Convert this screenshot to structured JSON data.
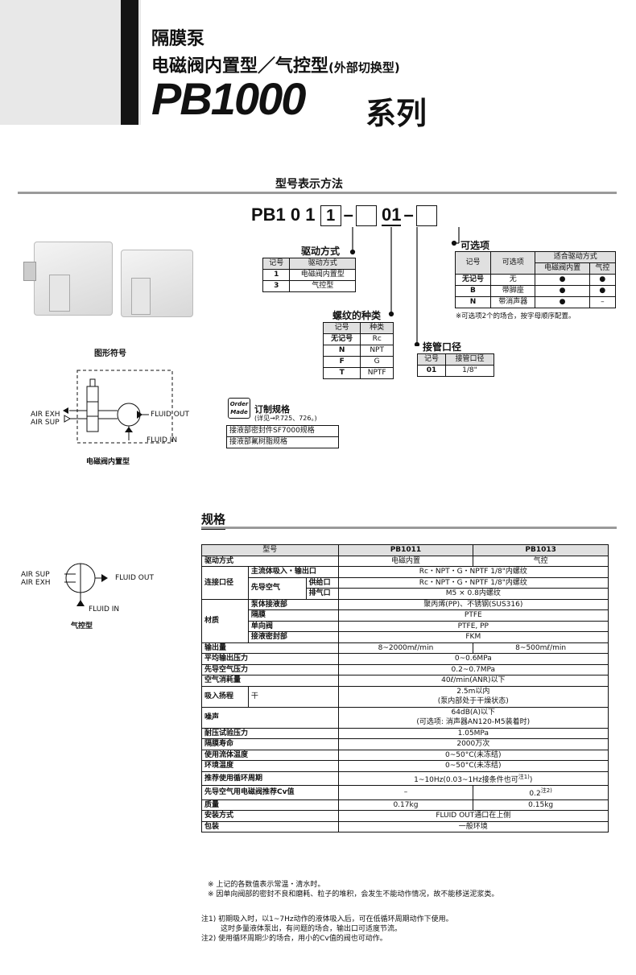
{
  "header": {
    "line1": "隔膜泵",
    "line2_main": "电磁阀内置型／气控型",
    "line2_sub": "(外部切换型)",
    "model": "PB1000",
    "series": "系列"
  },
  "model_section": {
    "title": "型号表示方法",
    "code": {
      "prefix": "PB1 0 1",
      "fixed_box": "1",
      "mid": "01",
      "dash": "–"
    },
    "drive": {
      "title": "驱动方式",
      "headers": [
        "记号",
        "驱动方式"
      ],
      "rows": [
        [
          "1",
          "电磁阀内置型"
        ],
        [
          "3",
          "气控型"
        ]
      ]
    },
    "thread": {
      "title": "螺纹的种类",
      "headers": [
        "记号",
        "种类"
      ],
      "rows": [
        [
          "无记号",
          "Rc"
        ],
        [
          "N",
          "NPT"
        ],
        [
          "F",
          "G"
        ],
        [
          "T",
          "NPTF"
        ]
      ]
    },
    "port": {
      "title": "接管口径",
      "headers": [
        "记号",
        "接管口径"
      ],
      "rows": [
        [
          "01",
          "1/8\""
        ]
      ]
    },
    "option": {
      "title": "可选项",
      "headers": [
        "记号",
        "可选项",
        "适合驱动方式",
        "电磁阀内置",
        "气控"
      ],
      "rows": [
        [
          "无记号",
          "无",
          "●",
          "●"
        ],
        [
          "B",
          "带脚座",
          "●",
          "●"
        ],
        [
          "N",
          "带消声器",
          "●",
          "–"
        ]
      ],
      "note": "※可选项2个的场合，按字母顺序配置。"
    },
    "order": {
      "badge1": "Order",
      "badge2": "Made",
      "title": "订制规格",
      "ref": "(详见→P.725、726。)",
      "items": [
        "接液部密封件SF7000规格",
        "接液部氟树脂规格"
      ]
    }
  },
  "symbols": {
    "title": "图形符号",
    "solenoid_caption": "电磁阀内置型",
    "pilot_caption": "气控型",
    "air_exh": "AIR EXH",
    "air_sup": "AIR SUP",
    "fluid_out": "FLUID OUT",
    "fluid_in": "FLUID IN"
  },
  "spec": {
    "title": "规格",
    "header": [
      "型号",
      "PB1011",
      "PB1013"
    ],
    "drive": [
      "驱动方式",
      "电磁内置",
      "气控"
    ],
    "conn_label": "连接口径",
    "conn_main": [
      "主流体吸入・输出口",
      "Rc・NPT・G・NPTF 1/8\"内螺纹"
    ],
    "conn_pilot": "先导空气",
    "conn_sup": [
      "供给口",
      "Rc・NPT・G・NPTF 1/8\"内螺纹"
    ],
    "conn_exh": [
      "排气口",
      "M5 × 0.8内螺纹"
    ],
    "mat_label": "材质",
    "mat": [
      [
        "泵体接液部",
        "聚丙烯(PP)、不锈钢(SUS316)"
      ],
      [
        "隔膜",
        "PTFE"
      ],
      [
        "单向阀",
        "PTFE, PP"
      ],
      [
        "接液密封部",
        "FKM"
      ]
    ],
    "flow": [
      "输出量",
      "8~2000mℓ/min",
      "8~500mℓ/min"
    ],
    "rows1": [
      [
        "平均输出压力",
        "0~0.6MPa"
      ],
      [
        "先导空气压力",
        "0.2~0.7MPa"
      ],
      [
        "空气消耗量",
        "40ℓ/min(ANR)以下"
      ]
    ],
    "suction": {
      "label": "吸入扬程",
      "sub": "干",
      "v1": "2.5m以内",
      "v2": "(泵内部处于干燥状态)"
    },
    "noise": {
      "label": "噪声",
      "v1": "64dB(A)以下",
      "v2": "(可选项: 消声器AN120-M5装着时)"
    },
    "rows2": [
      [
        "耐压试验压力",
        "1.05MPa"
      ],
      [
        "隔膜寿命",
        "2000万次"
      ],
      [
        "使用流体温度",
        "0~50°C(未冻结)"
      ],
      [
        "环境温度",
        "0~50°C(未冻结)"
      ]
    ],
    "cycle": [
      "推荐使用循环周期",
      "1~10Hz(0.03~1Hz接条件也可",
      "注1)",
      ")"
    ],
    "cv": [
      "先导空气用电磁阀推荐Cv值",
      "–",
      "0.2",
      "注2)"
    ],
    "mass": [
      "质量",
      "0.17kg",
      "0.15kg"
    ],
    "rows3": [
      [
        "安装方式",
        "FLUID OUT通口在上侧"
      ],
      [
        "包装",
        "一般环境"
      ]
    ],
    "notes": [
      "※ 上记的各数值表示常温・清水时。",
      "※ 因单向阀部的密封不良和磨耗、粒子的堆积，会发生不能动作情况，故不能移送泥浆类。"
    ],
    "footnotes": [
      "注1) 初期吸入时，以1~7Hz动作的液体吸入后，可在低循环周期动作下使用。",
      "这时多量液体泵出，有问题的场合，输出口可适度节流。",
      "注2) 使用循环周期少的场合，用小的Cv值的阀也可动作。"
    ]
  }
}
